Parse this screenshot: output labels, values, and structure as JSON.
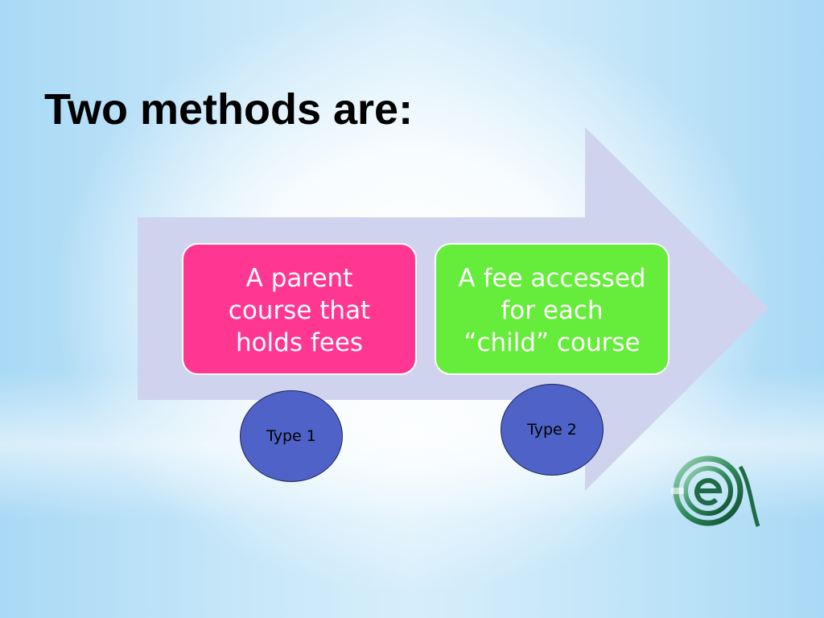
{
  "slide": {
    "title": "Two methods are:",
    "process": [
      {
        "text": "A parent\ncourse that\nholds fees",
        "badge": "Type 1",
        "color": "#ff3792"
      },
      {
        "text": "A fee accessed\nfor each\n“child” course",
        "badge": "Type 2",
        "color": "#66ec3a"
      }
    ],
    "arrow_color": "#d0d3ee",
    "badge_color": "#4f62c8",
    "logo_icon": "ea-logo-icon"
  }
}
